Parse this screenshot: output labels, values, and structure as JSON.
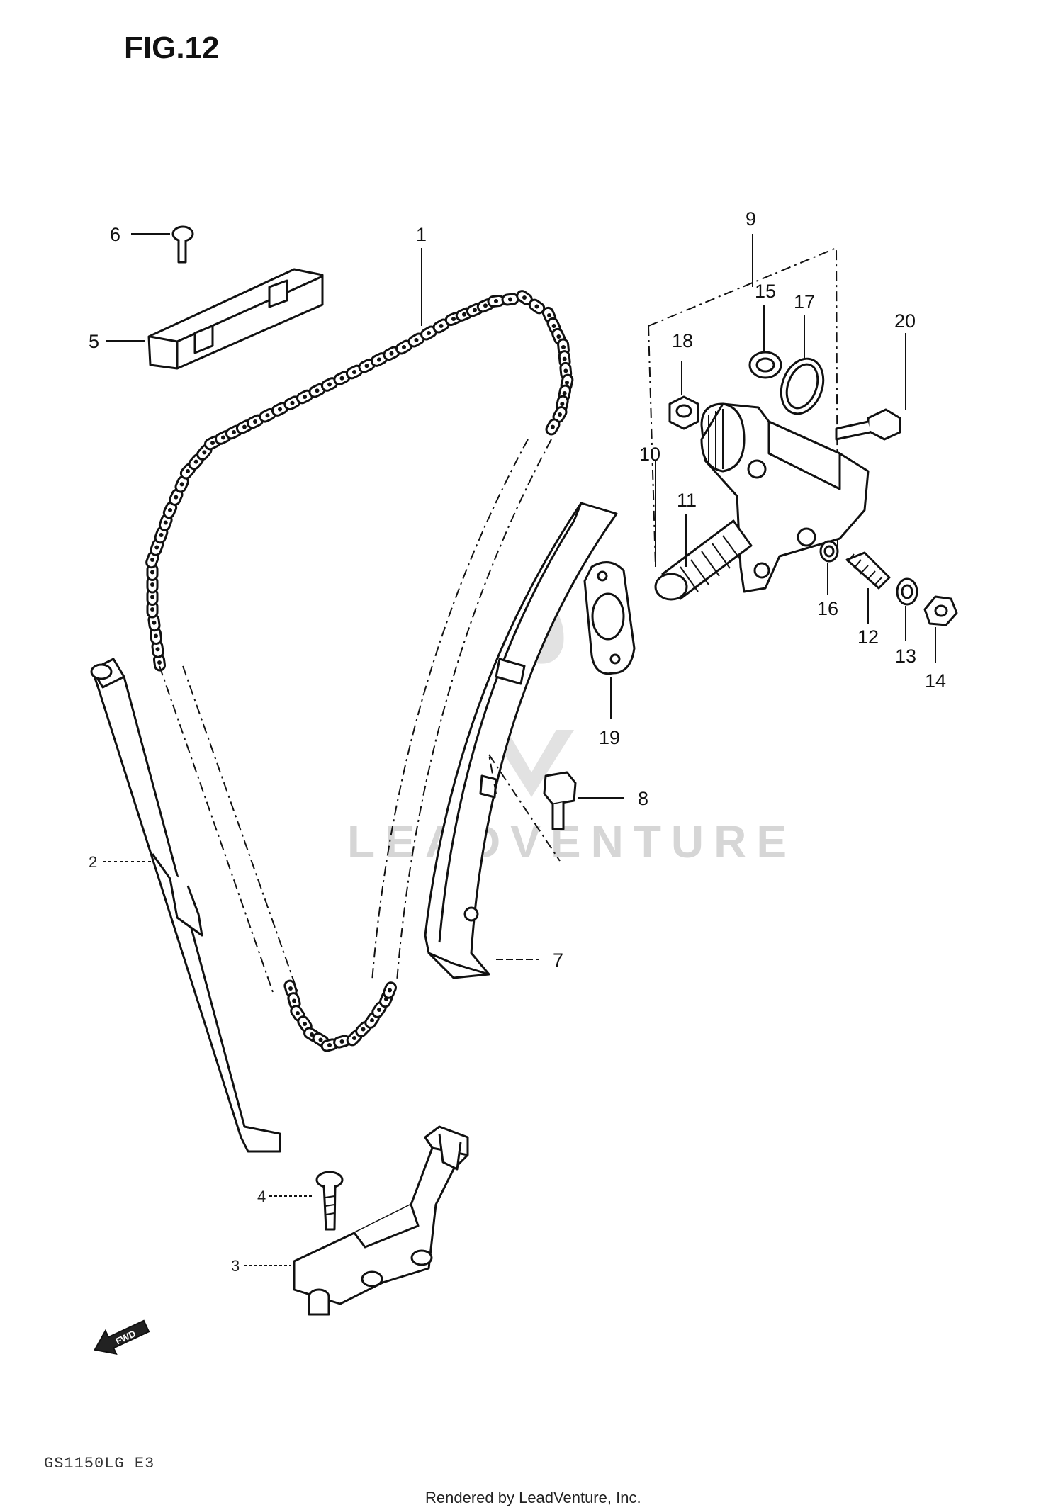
{
  "figure": {
    "title": "FIG.12",
    "model_code": "GS1150LG E3",
    "footer": "Rendered by LeadVenture, Inc.",
    "fwd_label": "FWD"
  },
  "watermark": {
    "text": "LEADVENTURE"
  },
  "callouts": {
    "c1": "1",
    "c2": "2",
    "c3": "3",
    "c4": "4",
    "c5": "5",
    "c6": "6",
    "c7": "7",
    "c8": "8",
    "c9": "9",
    "c10": "10",
    "c11": "11",
    "c12": "12",
    "c13": "13",
    "c14": "14",
    "c15": "15",
    "c16": "16",
    "c17": "17",
    "c18": "18",
    "c19": "19",
    "c20": "20"
  },
  "colors": {
    "ink": "#111111",
    "watermark": "#d6d6d6"
  }
}
